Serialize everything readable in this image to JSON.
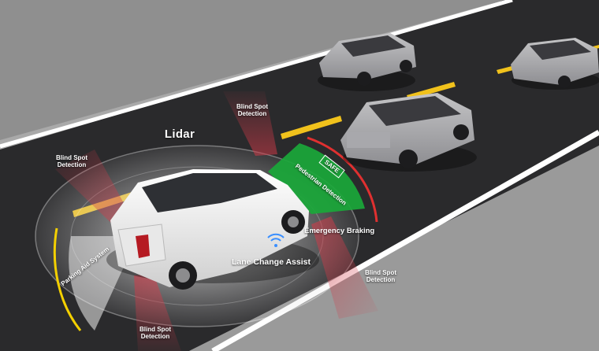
{
  "labels": {
    "lidar": "Lidar",
    "blind_spot_top": "Blind Spot\nDetection",
    "blind_spot_left": "Blind Spot\nDetection",
    "blind_spot_right": "Blind Spot\nDetection",
    "blind_spot_bottom": "Blind Spot\nDetection",
    "pedestrian_detection": "Pedestrian Detection",
    "safe_badge": "SAFE",
    "emergency_braking": "Emergency Braking",
    "lane_change_assist": "Lane Change Assist",
    "parking_aid": "Parking Aid System"
  },
  "colors": {
    "road": "#2a2a2c",
    "ground": "#8d8d8d",
    "lane_marking": "#f1c21c",
    "pedestrian_zone": "#1aa83a",
    "blind_spot_beam": "#d23a48",
    "emergency_arc": "#e03030",
    "parking_arc": "#f4d000",
    "lidar_zone": "#e8e8e8",
    "signal_icon": "#3a8fff"
  },
  "icons": {
    "lane_change": "wifi-signal-icon"
  }
}
